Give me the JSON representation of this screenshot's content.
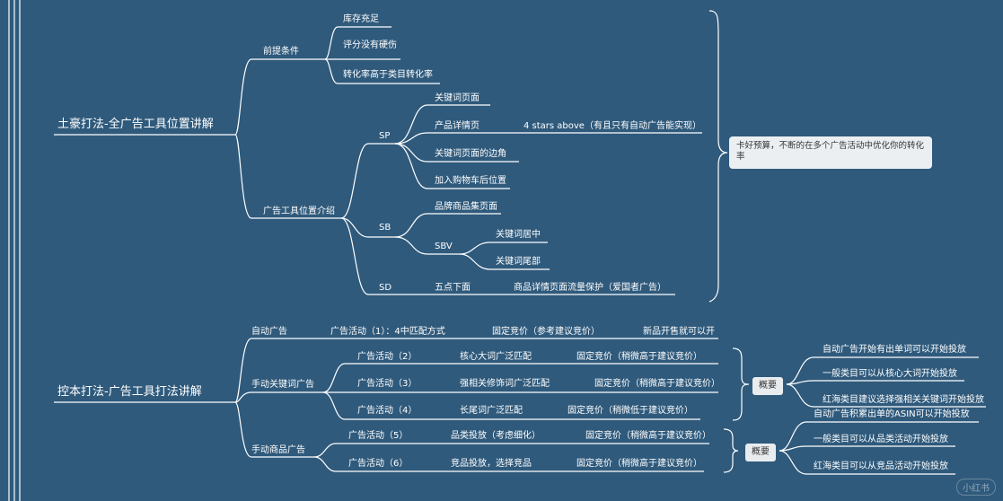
{
  "roots": {
    "top": "土豪打法-全广告工具位置讲解",
    "bottom": "控本打法-广告工具打法讲解"
  },
  "top": {
    "prereq": {
      "label": "前提条件",
      "items": [
        "库存充足",
        "评分没有硬伤",
        "转化率高于类目转化率"
      ]
    },
    "placement": {
      "label": "广告工具位置介绍",
      "sp": {
        "label": "SP",
        "items": [
          "关键词页面",
          "产品详情页",
          "关键词页面的边角",
          "加入购物车后位置"
        ],
        "detail": "4 stars above（有且只有自动广告能实现）"
      },
      "sb": {
        "label": "SB",
        "brand": "品牌商品集页面",
        "sbv": "SBV",
        "sbv_items": [
          "关键词居中",
          "关键词尾部"
        ]
      },
      "sd": {
        "label": "SD",
        "item": "五点下面",
        "detail": "商品详情页面流量保护（爱国者广告）"
      }
    },
    "note": "卡好预算，不断的在多个广告活动中优化你的转化率"
  },
  "bottom": {
    "auto": {
      "label": "自动广告",
      "campaign": "广告活动（1）：4中匹配方式",
      "bid": "固定竞价（参考建议竞价）",
      "extra": "新品开售就可以开"
    },
    "manual_kw": {
      "label": "手动关键词广告",
      "rows": [
        {
          "campaign": "广告活动（2）",
          "match": "核心大词广泛匹配",
          "bid": "固定竞价（稍微高于建议竞价）"
        },
        {
          "campaign": "广告活动（3）",
          "match": "强相关修饰词广泛匹配",
          "bid": "固定竞价（稍微高于建议竞价）"
        },
        {
          "campaign": "广告活动（4）",
          "match": "长尾词广泛匹配",
          "bid": "固定竞价（稍微低于建议竞价）"
        }
      ],
      "summary": {
        "label": "概要",
        "items": [
          "自动广告开始有出单词可以开始投放",
          "一般类目可以从核心大词开始投放",
          "红海类目建议选择强相关关键词开始投放"
        ]
      }
    },
    "manual_prod": {
      "label": "手动商品广告",
      "rows": [
        {
          "campaign": "广告活动（5）",
          "target": "品类投放（考虑细化）",
          "bid": "固定竞价（稍微高于建议竞价）"
        },
        {
          "campaign": "广告活动（6）",
          "target": "竞品投放，选择竞品",
          "bid": "固定竞价（稍微高于建议竞价）"
        }
      ],
      "summary": {
        "label": "概要",
        "items": [
          "自动广告积累出单的ASIN可以开始投放",
          "一般类目可以从品类活动开始投放",
          "红海类目可以从竞品活动开始投放"
        ]
      }
    }
  },
  "watermark": "小红书"
}
